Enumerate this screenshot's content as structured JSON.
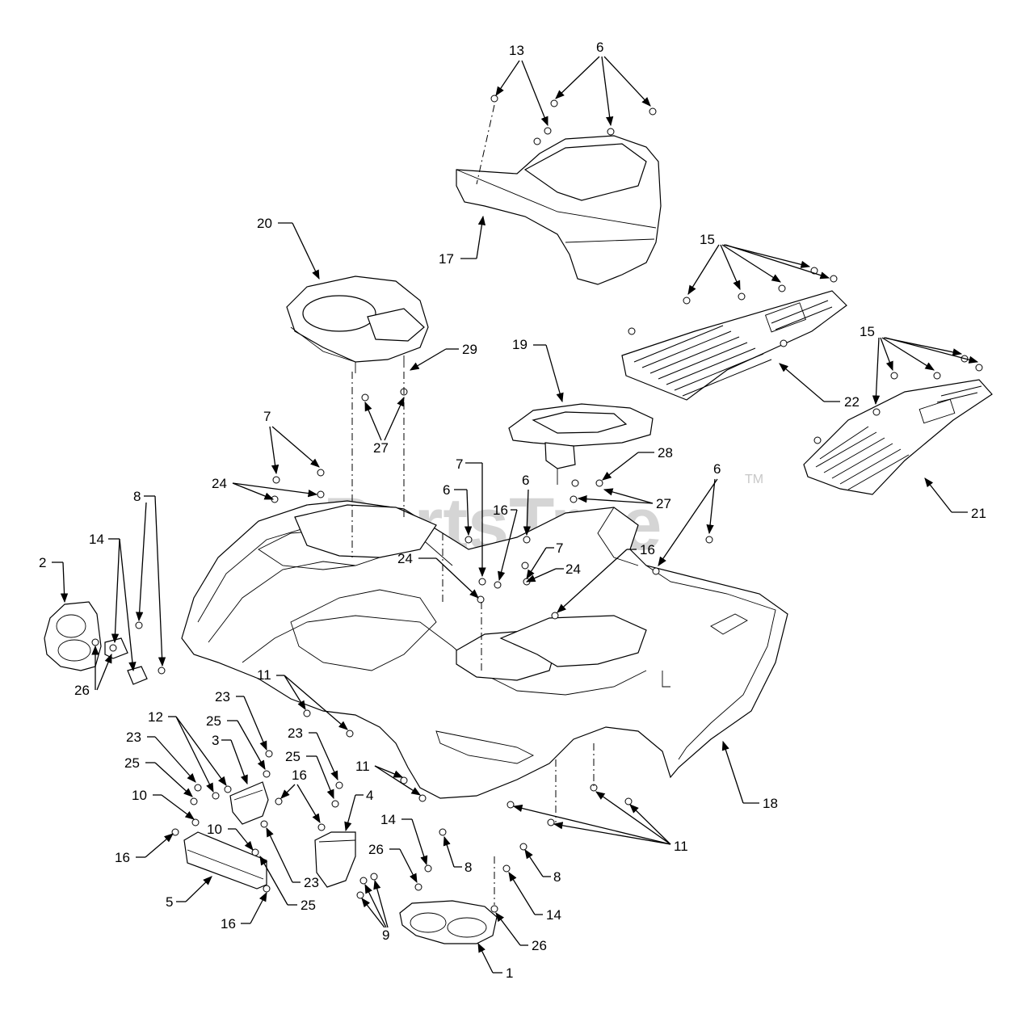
{
  "watermark": {
    "text": "PartsTree",
    "trademark": "TM"
  },
  "callouts": [
    {
      "label": "13"
    },
    {
      "label": "6"
    },
    {
      "label": "17"
    },
    {
      "label": "20"
    },
    {
      "label": "15"
    },
    {
      "label": "29"
    },
    {
      "label": "19"
    },
    {
      "label": "22"
    },
    {
      "label": "15"
    },
    {
      "label": "7"
    },
    {
      "label": "27"
    },
    {
      "label": "24"
    },
    {
      "label": "7"
    },
    {
      "label": "28"
    },
    {
      "label": "6"
    },
    {
      "label": "6"
    },
    {
      "label": "6"
    },
    {
      "label": "27"
    },
    {
      "label": "21"
    },
    {
      "label": "8"
    },
    {
      "label": "16"
    },
    {
      "label": "14"
    },
    {
      "label": "2"
    },
    {
      "label": "24"
    },
    {
      "label": "7"
    },
    {
      "label": "24"
    },
    {
      "label": "16"
    },
    {
      "label": "26"
    },
    {
      "label": "11"
    },
    {
      "label": "23"
    },
    {
      "label": "12"
    },
    {
      "label": "25"
    },
    {
      "label": "23"
    },
    {
      "label": "3"
    },
    {
      "label": "23"
    },
    {
      "label": "25"
    },
    {
      "label": "25"
    },
    {
      "label": "16"
    },
    {
      "label": "11"
    },
    {
      "label": "18"
    },
    {
      "label": "10"
    },
    {
      "label": "4"
    },
    {
      "label": "10"
    },
    {
      "label": "16"
    },
    {
      "label": "14"
    },
    {
      "label": "26"
    },
    {
      "label": "8"
    },
    {
      "label": "11"
    },
    {
      "label": "8"
    },
    {
      "label": "23"
    },
    {
      "label": "5"
    },
    {
      "label": "25"
    },
    {
      "label": "14"
    },
    {
      "label": "16"
    },
    {
      "label": "9"
    },
    {
      "label": "26"
    },
    {
      "label": "1"
    }
  ]
}
